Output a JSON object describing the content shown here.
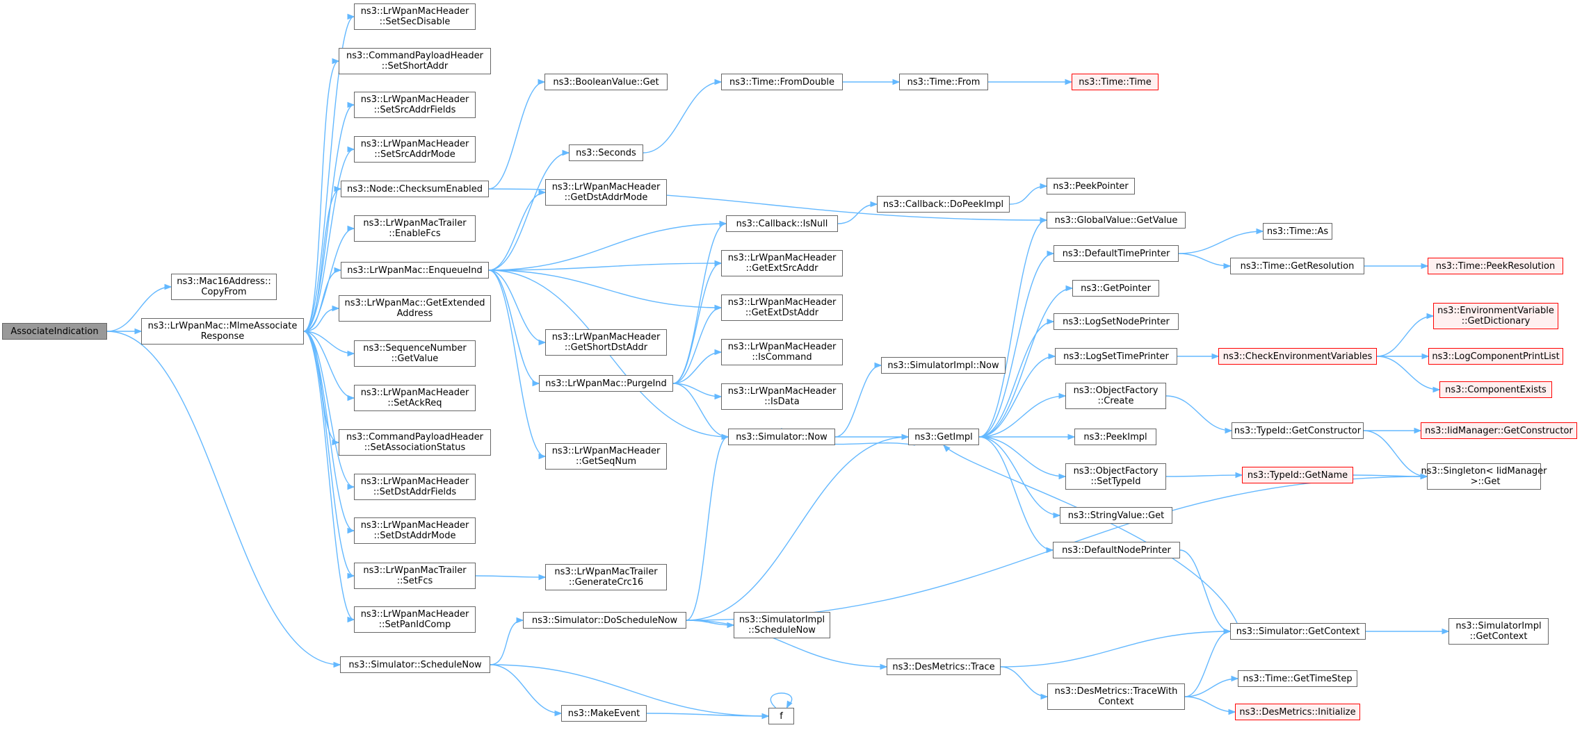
{
  "colors": {
    "edge": "#63b8ff",
    "node_border": "#666666",
    "root_fill": "#999999",
    "external_border": "#ff0000",
    "external_fill": "#fff0f0"
  },
  "nodes": {
    "associateindication": {
      "label": "AssociateIndication",
      "kind": "root"
    },
    "mac16address-copyfrom": {
      "label": "ns3::Mac16Address::\nCopyFrom"
    },
    "mlmeassociateresponse": {
      "label": "ns3::LrWpanMac::MlmeAssociate\nResponse"
    },
    "simulator-schedulenow": {
      "label": "ns3::Simulator::ScheduleNow"
    },
    "setsecdisable": {
      "label": "ns3::LrWpanMacHeader\n::SetSecDisable"
    },
    "setshortaddr": {
      "label": "ns3::CommandPayloadHeader\n::SetShortAddr"
    },
    "setsrcaddrfields": {
      "label": "ns3::LrWpanMacHeader\n::SetSrcAddrFields"
    },
    "setsrcaddrmode": {
      "label": "ns3::LrWpanMacHeader\n::SetSrcAddrMode"
    },
    "checksumenabled": {
      "label": "ns3::Node::ChecksumEnabled"
    },
    "enablefcs": {
      "label": "ns3::LrWpanMacTrailer\n::EnableFcs"
    },
    "enqueueind": {
      "label": "ns3::LrWpanMac::EnqueueInd"
    },
    "getextendedaddress": {
      "label": "ns3::LrWpanMac::GetExtended\nAddress"
    },
    "sequencenumber-getvalue": {
      "label": "ns3::SequenceNumber\n::GetValue"
    },
    "setackreq": {
      "label": "ns3::LrWpanMacHeader\n::SetAckReq"
    },
    "setassociationstatus": {
      "label": "ns3::CommandPayloadHeader\n::SetAssociationStatus"
    },
    "setdstaddrfields": {
      "label": "ns3::LrWpanMacHeader\n::SetDstAddrFields"
    },
    "setdstaddrmode": {
      "label": "ns3::LrWpanMacHeader\n::SetDstAddrMode"
    },
    "setfcs": {
      "label": "ns3::LrWpanMacTrailer\n::SetFcs"
    },
    "setpanidcomp": {
      "label": "ns3::LrWpanMacHeader\n::SetPanIdComp"
    },
    "booleanvalue-get": {
      "label": "ns3::BooleanValue::Get"
    },
    "seconds": {
      "label": "ns3::Seconds"
    },
    "getdstaddrmode": {
      "label": "ns3::LrWpanMacHeader\n::GetDstAddrMode"
    },
    "getshortdstaddr": {
      "label": "ns3::LrWpanMacHeader\n::GetShortDstAddr"
    },
    "purgeind": {
      "label": "ns3::LrWpanMac::PurgeInd"
    },
    "getseqnum": {
      "label": "ns3::LrWpanMacHeader\n::GetSeqNum"
    },
    "generatecrc16": {
      "label": "ns3::LrWpanMacTrailer\n::GenerateCrc16"
    },
    "doschedulenow": {
      "label": "ns3::Simulator::DoScheduleNow"
    },
    "makeevent": {
      "label": "ns3::MakeEvent"
    },
    "time-fromdouble": {
      "label": "ns3::Time::FromDouble"
    },
    "callback-isnull": {
      "label": "ns3::Callback::IsNull"
    },
    "getextsrcaddr": {
      "label": "ns3::LrWpanMacHeader\n::GetExtSrcAddr"
    },
    "getextdstaddr": {
      "label": "ns3::LrWpanMacHeader\n::GetExtDstAddr"
    },
    "iscommand": {
      "label": "ns3::LrWpanMacHeader\n::IsCommand"
    },
    "isdata": {
      "label": "ns3::LrWpanMacHeader\n::IsData"
    },
    "simulator-now": {
      "label": "ns3::Simulator::Now"
    },
    "simulatorimpl-schedulenow": {
      "label": "ns3::SimulatorImpl\n::ScheduleNow"
    },
    "f": {
      "label": "f"
    },
    "time-from": {
      "label": "ns3::Time::From"
    },
    "callback-dopeekimpl": {
      "label": "ns3::Callback::DoPeekImpl"
    },
    "simulatorimpl-now": {
      "label": "ns3::SimulatorImpl::Now"
    },
    "getimpl": {
      "label": "ns3::GetImpl"
    },
    "desmetrics-trace": {
      "label": "ns3::DesMetrics::Trace"
    },
    "time-time": {
      "label": "ns3::Time::Time",
      "kind": "external"
    },
    "peekpointer": {
      "label": "ns3::PeekPointer"
    },
    "globalvalue-getvalue": {
      "label": "ns3::GlobalValue::GetValue"
    },
    "defaulttimeprinter": {
      "label": "ns3::DefaultTimePrinter"
    },
    "getpointer": {
      "label": "ns3::GetPointer"
    },
    "logsetnodeprinter": {
      "label": "ns3::LogSetNodePrinter"
    },
    "logsettimeprinter": {
      "label": "ns3::LogSetTimePrinter"
    },
    "objectfactory-create": {
      "label": "ns3::ObjectFactory\n::Create"
    },
    "peekimpl": {
      "label": "ns3::PeekImpl"
    },
    "objectfactory-settypeid": {
      "label": "ns3::ObjectFactory\n::SetTypeId"
    },
    "stringvalue-get": {
      "label": "ns3::StringValue::Get"
    },
    "defaultnodeprinter": {
      "label": "ns3::DefaultNodePrinter"
    },
    "desmetrics-tracewithcontext": {
      "label": "ns3::DesMetrics::TraceWith\nContext"
    },
    "time-as": {
      "label": "ns3::Time::As"
    },
    "time-getresolution": {
      "label": "ns3::Time::GetResolution"
    },
    "checkenvironmentvariables": {
      "label": "ns3::CheckEnvironmentVariables",
      "kind": "external"
    },
    "typeid-getconstructor": {
      "label": "ns3::TypeId::GetConstructor"
    },
    "typeid-getname": {
      "label": "ns3::TypeId::GetName",
      "kind": "external"
    },
    "simulator-getcontext": {
      "label": "ns3::Simulator::GetContext"
    },
    "time-gettimestep": {
      "label": "ns3::Time::GetTimeStep"
    },
    "desmetrics-initialize": {
      "label": "ns3::DesMetrics::Initialize",
      "kind": "external"
    },
    "time-peekresolution": {
      "label": "ns3::Time::PeekResolution",
      "kind": "external"
    },
    "environmentvariable-getdictionary": {
      "label": "ns3::EnvironmentVariable\n::GetDictionary",
      "kind": "external"
    },
    "logcomponentprintlist": {
      "label": "ns3::LogComponentPrintList",
      "kind": "external"
    },
    "componentexists": {
      "label": "ns3::ComponentExists",
      "kind": "external"
    },
    "iidmanager-getconstructor": {
      "label": "ns3::IidManager::GetConstructor",
      "kind": "external"
    },
    "singleton-iidmanager-get": {
      "label": "ns3::Singleton< IidManager\n >::Get"
    },
    "simulatorimpl-getcontext": {
      "label": "ns3::SimulatorImpl\n::GetContext"
    }
  },
  "edges": [
    [
      "associateindication",
      "mac16address-copyfrom"
    ],
    [
      "associateindication",
      "mlmeassociateresponse"
    ],
    [
      "associateindication",
      "simulator-schedulenow"
    ],
    [
      "mlmeassociateresponse",
      "setsecdisable"
    ],
    [
      "mlmeassociateresponse",
      "setshortaddr"
    ],
    [
      "mlmeassociateresponse",
      "setsrcaddrfields"
    ],
    [
      "mlmeassociateresponse",
      "setsrcaddrmode"
    ],
    [
      "mlmeassociateresponse",
      "checksumenabled"
    ],
    [
      "mlmeassociateresponse",
      "enablefcs"
    ],
    [
      "mlmeassociateresponse",
      "enqueueind"
    ],
    [
      "mlmeassociateresponse",
      "getextendedaddress"
    ],
    [
      "mlmeassociateresponse",
      "sequencenumber-getvalue"
    ],
    [
      "mlmeassociateresponse",
      "setackreq"
    ],
    [
      "mlmeassociateresponse",
      "setassociationstatus"
    ],
    [
      "mlmeassociateresponse",
      "setdstaddrfields"
    ],
    [
      "mlmeassociateresponse",
      "setdstaddrmode"
    ],
    [
      "mlmeassociateresponse",
      "setfcs"
    ],
    [
      "mlmeassociateresponse",
      "setpanidcomp"
    ],
    [
      "checksumenabled",
      "booleanvalue-get"
    ],
    [
      "checksumenabled",
      "globalvalue-getvalue"
    ],
    [
      "enqueueind",
      "seconds"
    ],
    [
      "enqueueind",
      "getdstaddrmode"
    ],
    [
      "enqueueind",
      "callback-isnull"
    ],
    [
      "enqueueind",
      "getextsrcaddr"
    ],
    [
      "enqueueind",
      "getextdstaddr"
    ],
    [
      "enqueueind",
      "getshortdstaddr"
    ],
    [
      "enqueueind",
      "purgeind"
    ],
    [
      "enqueueind",
      "getseqnum"
    ],
    [
      "enqueueind",
      "simulator-now"
    ],
    [
      "seconds",
      "time-fromdouble"
    ],
    [
      "time-fromdouble",
      "time-from"
    ],
    [
      "time-from",
      "time-time"
    ],
    [
      "callback-isnull",
      "callback-dopeekimpl"
    ],
    [
      "callback-dopeekimpl",
      "peekpointer"
    ],
    [
      "purgeind",
      "callback-isnull"
    ],
    [
      "purgeind",
      "getextsrcaddr"
    ],
    [
      "purgeind",
      "getextdstaddr"
    ],
    [
      "purgeind",
      "iscommand"
    ],
    [
      "purgeind",
      "isdata"
    ],
    [
      "purgeind",
      "simulator-now"
    ],
    [
      "setfcs",
      "generatecrc16"
    ],
    [
      "simulator-schedulenow",
      "doschedulenow"
    ],
    [
      "simulator-schedulenow",
      "makeevent"
    ],
    [
      "simulator-schedulenow",
      "f"
    ],
    [
      "doschedulenow",
      "simulator-now"
    ],
    [
      "doschedulenow",
      "getimpl"
    ],
    [
      "doschedulenow",
      "simulatorimpl-schedulenow"
    ],
    [
      "doschedulenow",
      "desmetrics-trace"
    ],
    [
      "doschedulenow",
      "singleton-iidmanager-get"
    ],
    [
      "makeevent",
      "f"
    ],
    [
      "f",
      "f"
    ],
    [
      "simulator-now",
      "getimpl"
    ],
    [
      "simulator-now",
      "simulatorimpl-now"
    ],
    [
      "getimpl",
      "globalvalue-getvalue"
    ],
    [
      "getimpl",
      "defaulttimeprinter"
    ],
    [
      "getimpl",
      "getpointer"
    ],
    [
      "getimpl",
      "logsetnodeprinter"
    ],
    [
      "getimpl",
      "logsettimeprinter"
    ],
    [
      "getimpl",
      "objectfactory-create"
    ],
    [
      "getimpl",
      "peekimpl"
    ],
    [
      "getimpl",
      "objectfactory-settypeid"
    ],
    [
      "getimpl",
      "stringvalue-get"
    ],
    [
      "getimpl",
      "defaultnodeprinter"
    ],
    [
      "getimpl",
      "simulator-now"
    ],
    [
      "defaulttimeprinter",
      "time-as"
    ],
    [
      "defaulttimeprinter",
      "time-getresolution"
    ],
    [
      "time-getresolution",
      "time-peekresolution"
    ],
    [
      "logsettimeprinter",
      "checkenvironmentvariables"
    ],
    [
      "checkenvironmentvariables",
      "environmentvariable-getdictionary"
    ],
    [
      "checkenvironmentvariables",
      "logcomponentprintlist"
    ],
    [
      "checkenvironmentvariables",
      "componentexists"
    ],
    [
      "objectfactory-create",
      "typeid-getconstructor"
    ],
    [
      "typeid-getconstructor",
      "iidmanager-getconstructor"
    ],
    [
      "typeid-getconstructor",
      "singleton-iidmanager-get"
    ],
    [
      "objectfactory-settypeid",
      "typeid-getname"
    ],
    [
      "typeid-getname",
      "singleton-iidmanager-get"
    ],
    [
      "defaultnodeprinter",
      "simulator-getcontext"
    ],
    [
      "desmetrics-trace",
      "simulator-getcontext"
    ],
    [
      "desmetrics-trace",
      "desmetrics-tracewithcontext"
    ],
    [
      "desmetrics-tracewithcontext",
      "simulator-getcontext"
    ],
    [
      "desmetrics-tracewithcontext",
      "time-gettimestep"
    ],
    [
      "desmetrics-tracewithcontext",
      "desmetrics-initialize"
    ],
    [
      "simulator-getcontext",
      "getimpl"
    ],
    [
      "simulator-getcontext",
      "simulatorimpl-getcontext"
    ]
  ]
}
